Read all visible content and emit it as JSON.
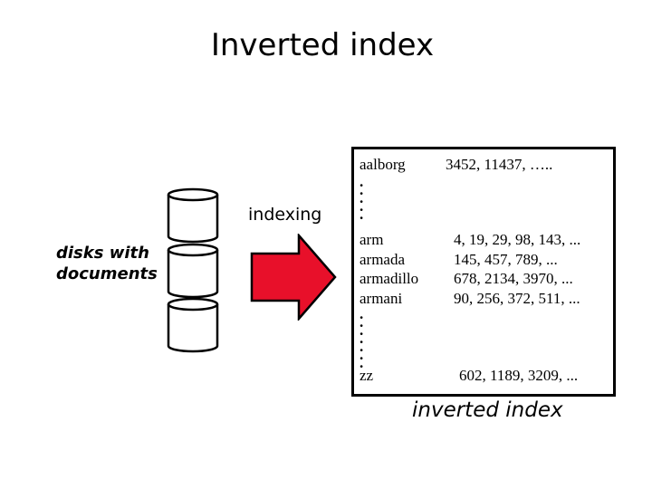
{
  "title": "Inverted index",
  "left_label": "disks with documents",
  "arrow_label": "indexing",
  "arrow_color": "#e8102a",
  "entries": [
    {
      "term": "aalborg",
      "postings": "3452,  11437,  ….."
    },
    {
      "term": "arm",
      "postings": "4,  19,  29,  98,  143,  ..."
    },
    {
      "term": "armada",
      "postings": "145,  457,  789,  ..."
    },
    {
      "term": "armadillo",
      "postings": "678,  2134,  3970,  ..."
    },
    {
      "term": "armani",
      "postings": "90,  256,  372,  511,  ..."
    },
    {
      "term": "zz",
      "postings": "602,  1189,  3209,  ..."
    }
  ],
  "caption": "inverted index"
}
